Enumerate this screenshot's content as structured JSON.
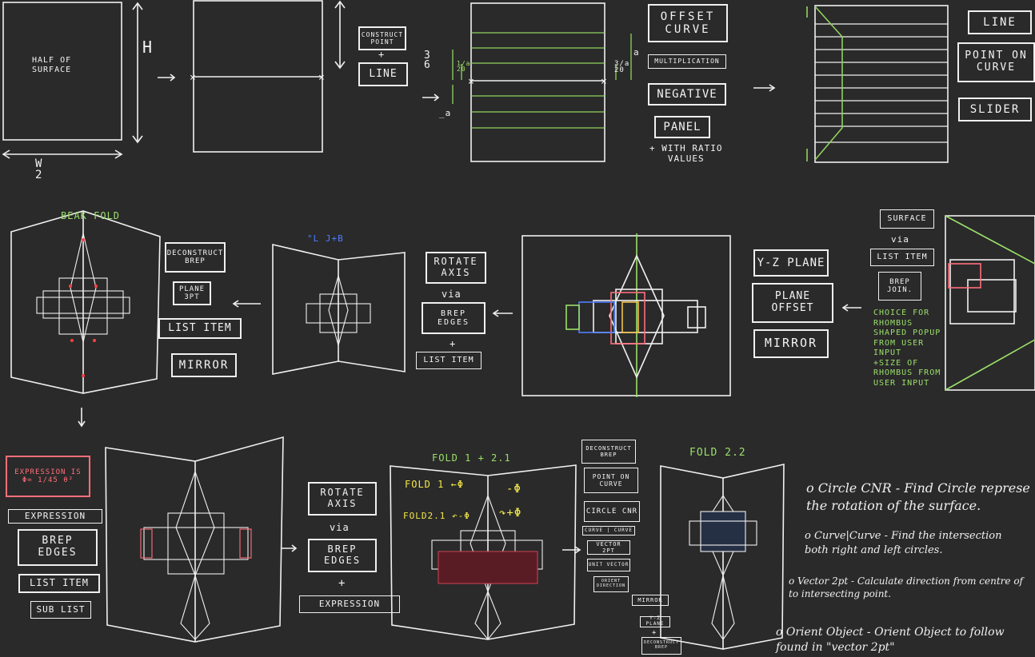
{
  "row1": {
    "half_surface": "HALF OF\nSURFACE",
    "h_label": "H",
    "w_label": "W\n2",
    "construct_point": "CONSTRUCT\nPOINT",
    "plus": "+",
    "line": "LINE",
    "frac_left": "3\n6",
    "a_left": "a",
    "neg_a": "_a",
    "frac_mid": "1/a\n20",
    "frac_right": "3/a\n20",
    "a_right": "a",
    "offset_curve": "OFFSET\nCURVE",
    "multiplication": "MULTIPLICATION",
    "negative": "NEGATIVE",
    "panel": "PANEL",
    "with_ratio": "+ WITH RATIO\nVALUES",
    "line2": "LINE",
    "point_on_curve": "POINT ON\nCURVE",
    "slider": "SLIDER"
  },
  "row2": {
    "beak_fold": "BEAK FOLD",
    "deconstruct_brep": "DECONSTRUCT\nBREP",
    "plane_3pt": "PLANE\n3PT",
    "list_item": "LIST ITEM",
    "mirror": "MIRROR",
    "blue_notes": "°L      J+B",
    "rotate_axis": "ROTATE\nAXIS",
    "via": "via",
    "brep_edges": "BREP\nEDGES",
    "plus": "+",
    "list_item2": "LIST ITEM",
    "yz_plane": "Y-Z PLANE",
    "plane_offset": "PLANE\nOFFSET",
    "mirror2": "MIRROR",
    "surface": "SURFACE",
    "via2": "via",
    "list_item3": "LIST ITEM",
    "brep_join": "BREP\nJOIN.",
    "choice": "CHOICE FOR\nRHOMBUS\nSHAPED POPUP\nFROM USER\nINPUT\n+SIZE OF\nRHOMBUS FROM\nUSER INPUT"
  },
  "row3": {
    "expression_eq": "EXPRESSION IS\nΦ= 1/45 θ²",
    "expression": "EXPRESSION",
    "brep_edges": "BREP\nEDGES",
    "list_item": "LIST ITEM",
    "sub_list": "SUB LIST",
    "rotate_axis": "ROTATE\nAXIS",
    "via": "via",
    "brep_edges2": "BREP\nEDGES",
    "plus": "+",
    "expression2": "EXPRESSION",
    "fold_title": "FOLD 1 + 2.1",
    "fold1_label": "FOLD 1 ←Φ",
    "fold21_label": "FOLD2.1 ↶-Φ",
    "minus_phi": "-Φ",
    "plus_phi": "↷+Φ",
    "deconstruct_brep": "DECONSTRUCT\nBREP",
    "point_on_curve": "POINT ON\nCURVE",
    "circle_cnr": "CIRCLE CNR",
    "curve_curve": "CURVE | CURVE",
    "vector_2pt": "VECTOR 2PT",
    "unit_vector": "UNIT VECTOR",
    "orient_direction": "ORIENT\nDIRECTION",
    "mirror": "MIRROR",
    "yz_plane": "Y-Z PLANE",
    "plus2": "+",
    "deconstruct_brep2": "DECONSTRUCT\nBREP",
    "fold22": "FOLD 2.2"
  },
  "notes": [
    "o Circle CNR - Find Circle represe\n    the rotation of the surface.",
    "o Curve|Curve - Find the intersection\n    both right and left circles.",
    "o Vector 2pt - Calculate direction from centre of\n    to intersecting point.",
    "o Orient Object - Orient Object to follow\n    found in \"vector 2pt\""
  ],
  "colors": {
    "background": "#2a2a2a",
    "chalk": "#f0f0f0",
    "green": "#9be06a",
    "yellow": "#f3e84a",
    "pink": "#ff6f7a",
    "blue": "#4f7dff"
  }
}
